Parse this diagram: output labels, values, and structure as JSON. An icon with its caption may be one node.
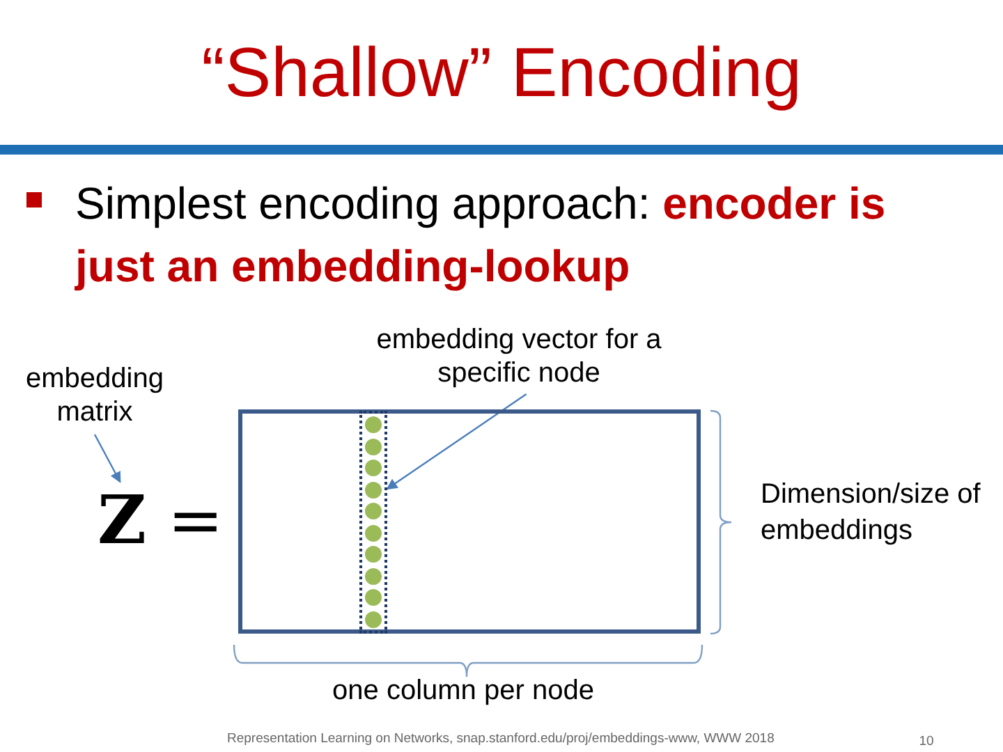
{
  "diagram": {
    "title": "“Shallow” Encoding",
    "nodes": [
      {
        "text": [
          "embedding matrix"
        ]
      },
      {
        "text": [
          "**Z** ="
        ]
      },
      {
        "text": [],
        "shape": "box"
      },
      {
        "text": [],
        "shape": "bar",
        "in": 2
      },
      {
        "text": [
          "embedding vector for a specific node"
        ]
      }
    ],
    "edges": [
      {
        "from": 0,
        "to": 1,
        "arrow": "to"
      },
      {
        "from": 4,
        "to": 3,
        "arrow": "to"
      }
    ],
    "labels": [
      "Simplest encoding approach: **encoder is just an embedding-lookup**",
      "Dimension/size of embeddings",
      "one column per node",
      "Representation Learning on Networks, snap.stanford.edu/proj/embeddings-www, WWW 2018",
      "10"
    ]
  }
}
